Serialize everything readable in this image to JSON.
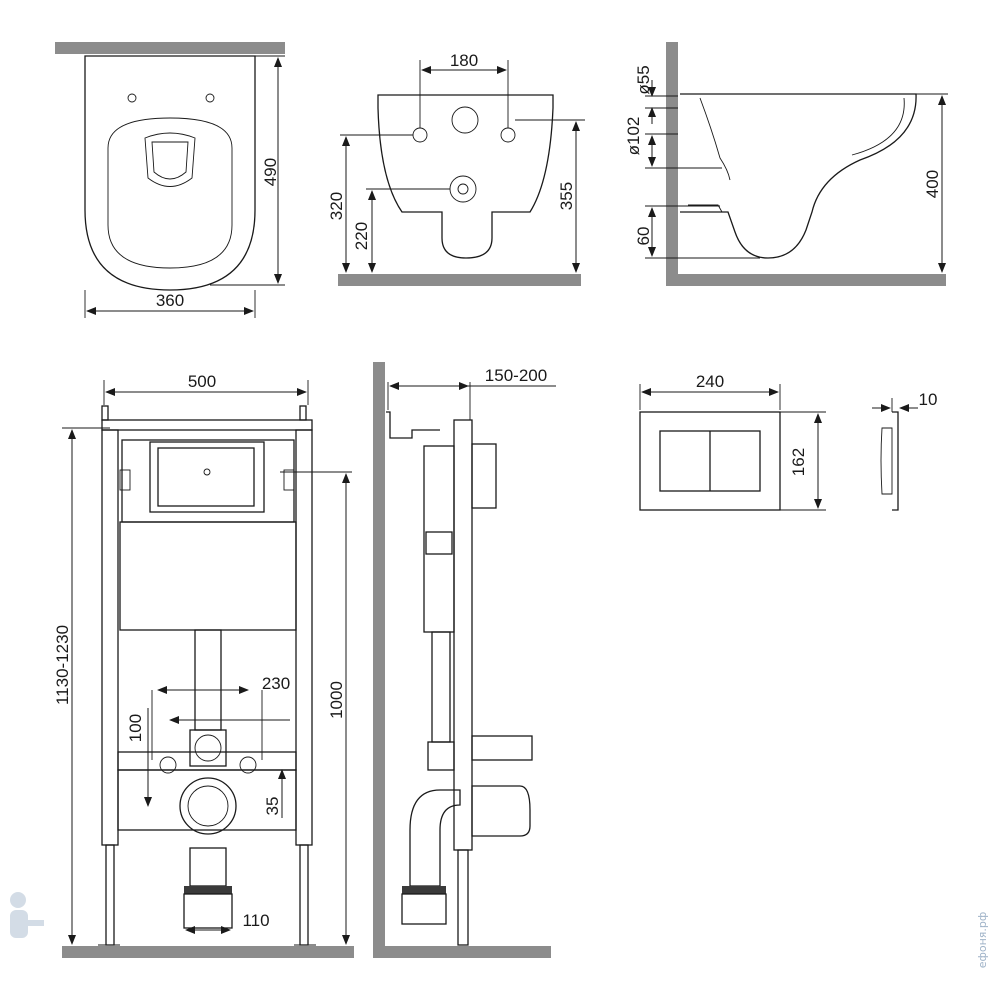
{
  "top_views": {
    "seat_top": {
      "height": "490",
      "width": "360"
    },
    "front": {
      "holes_spacing": "180",
      "h_320": "320",
      "h_220": "220",
      "h_355": "355"
    },
    "side": {
      "d55": "ø55",
      "d102": "ø102",
      "h_60": "60",
      "h_400": "400"
    }
  },
  "frame": {
    "width": "500",
    "height_range": "1130-1230",
    "h_1000": "1000",
    "w_230": "230",
    "h_100": "100",
    "h_35": "35",
    "w_110": "110"
  },
  "frame_side": {
    "depth": "150-200"
  },
  "flush_plate": {
    "width": "240",
    "height": "162",
    "depth": "10"
  },
  "watermark": "ефоня.рф",
  "colors": {
    "wall": "#8c8c8c",
    "line": "#1a1a1a",
    "watermark": "#9fb3c8"
  }
}
